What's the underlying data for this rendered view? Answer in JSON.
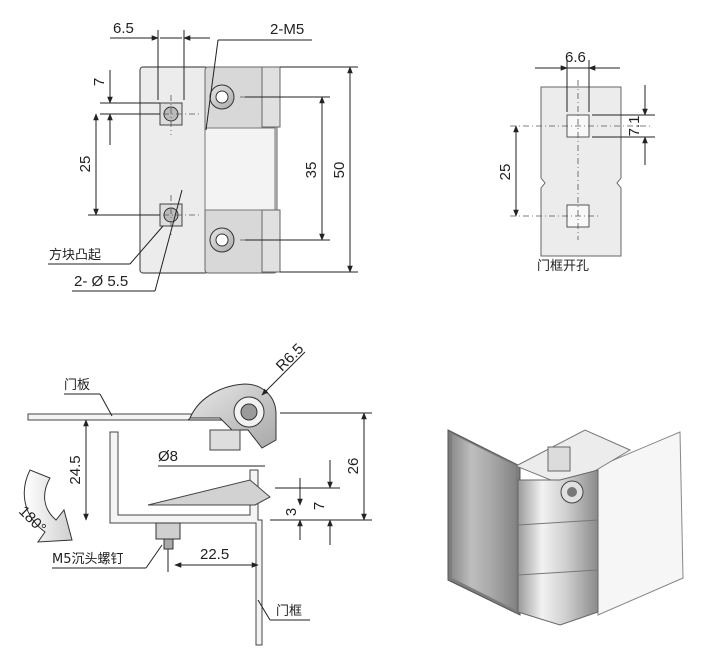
{
  "front_view": {
    "dim_hole_spacing_top": "6.5",
    "dim_thread": "2-M5",
    "dim_top_offset": "7",
    "dim_hole_spacing": "25",
    "dim_pin_spacing": "35",
    "dim_height": "50",
    "label_boss": "方块凸起",
    "dim_holes": "2- Ø 5.5"
  },
  "cutout_view": {
    "dim_width": "6.6",
    "dim_height": "7.1",
    "dim_spacing": "25",
    "label": "门框开孔"
  },
  "side_view": {
    "dim_radius": "R6.5",
    "label_door_panel": "门板",
    "dim_pin_dia": "Ø8",
    "dim_24_5": "24.5",
    "dim_26": "26",
    "dim_3": "3",
    "dim_7": "7",
    "dim_22_5": "22.5",
    "rotation_label": "180°",
    "label_screw": "M5沉头螺钉",
    "label_frame": "门框"
  }
}
